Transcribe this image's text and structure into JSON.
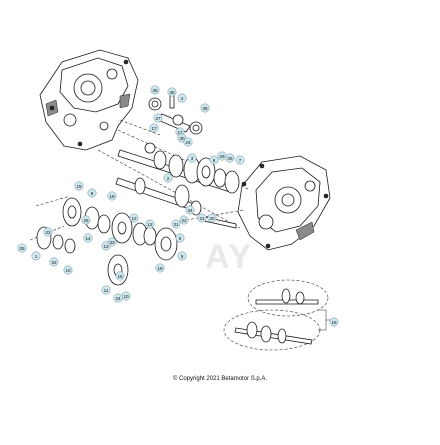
{
  "copyright": "© Copyright 2021 Betamotor S.p.A.",
  "watermark": "AY",
  "callouts": [
    "35",
    "38",
    "4",
    "36",
    "27",
    "17",
    "17",
    "30",
    "24",
    "6",
    "3",
    "29",
    "28",
    "7",
    "15",
    "2",
    "8",
    "19",
    "34",
    "22",
    "31",
    "12",
    "21",
    "20",
    "26",
    "25",
    "1",
    "32",
    "10",
    "9",
    "19",
    "33",
    "14",
    "13",
    "18",
    "5",
    "12",
    "16",
    "11",
    "10",
    "23",
    "24"
  ],
  "colors": {
    "callout_fill": "#cfe8ef",
    "line": "#1a1a1a"
  }
}
